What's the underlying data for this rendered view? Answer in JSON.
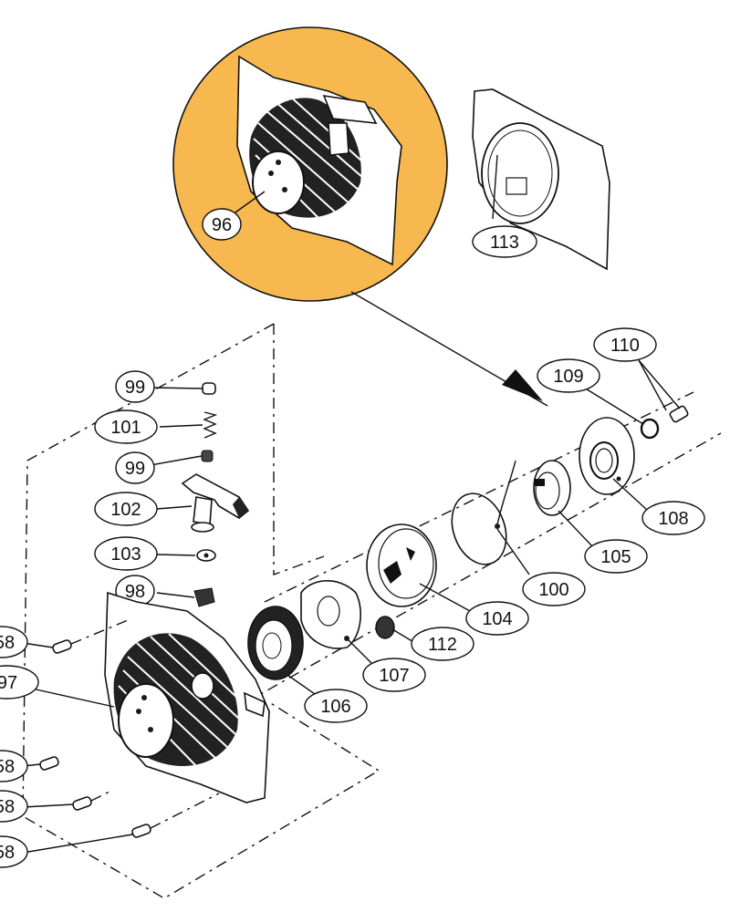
{
  "highlight_color": "#f7b84f",
  "callouts": {
    "p96": "96",
    "p113": "113",
    "p110": "110",
    "p109": "109",
    "p99a": "99",
    "p101": "101",
    "p99b": "99",
    "p102": "102",
    "p103": "103",
    "p98": "98",
    "p108": "108",
    "p105": "105",
    "p100": "100",
    "p104": "104",
    "p112": "112",
    "p107": "107",
    "p106": "106",
    "p58a": "58",
    "p97": "97",
    "p58b": "58",
    "p58c": "58",
    "p58d": "58"
  }
}
